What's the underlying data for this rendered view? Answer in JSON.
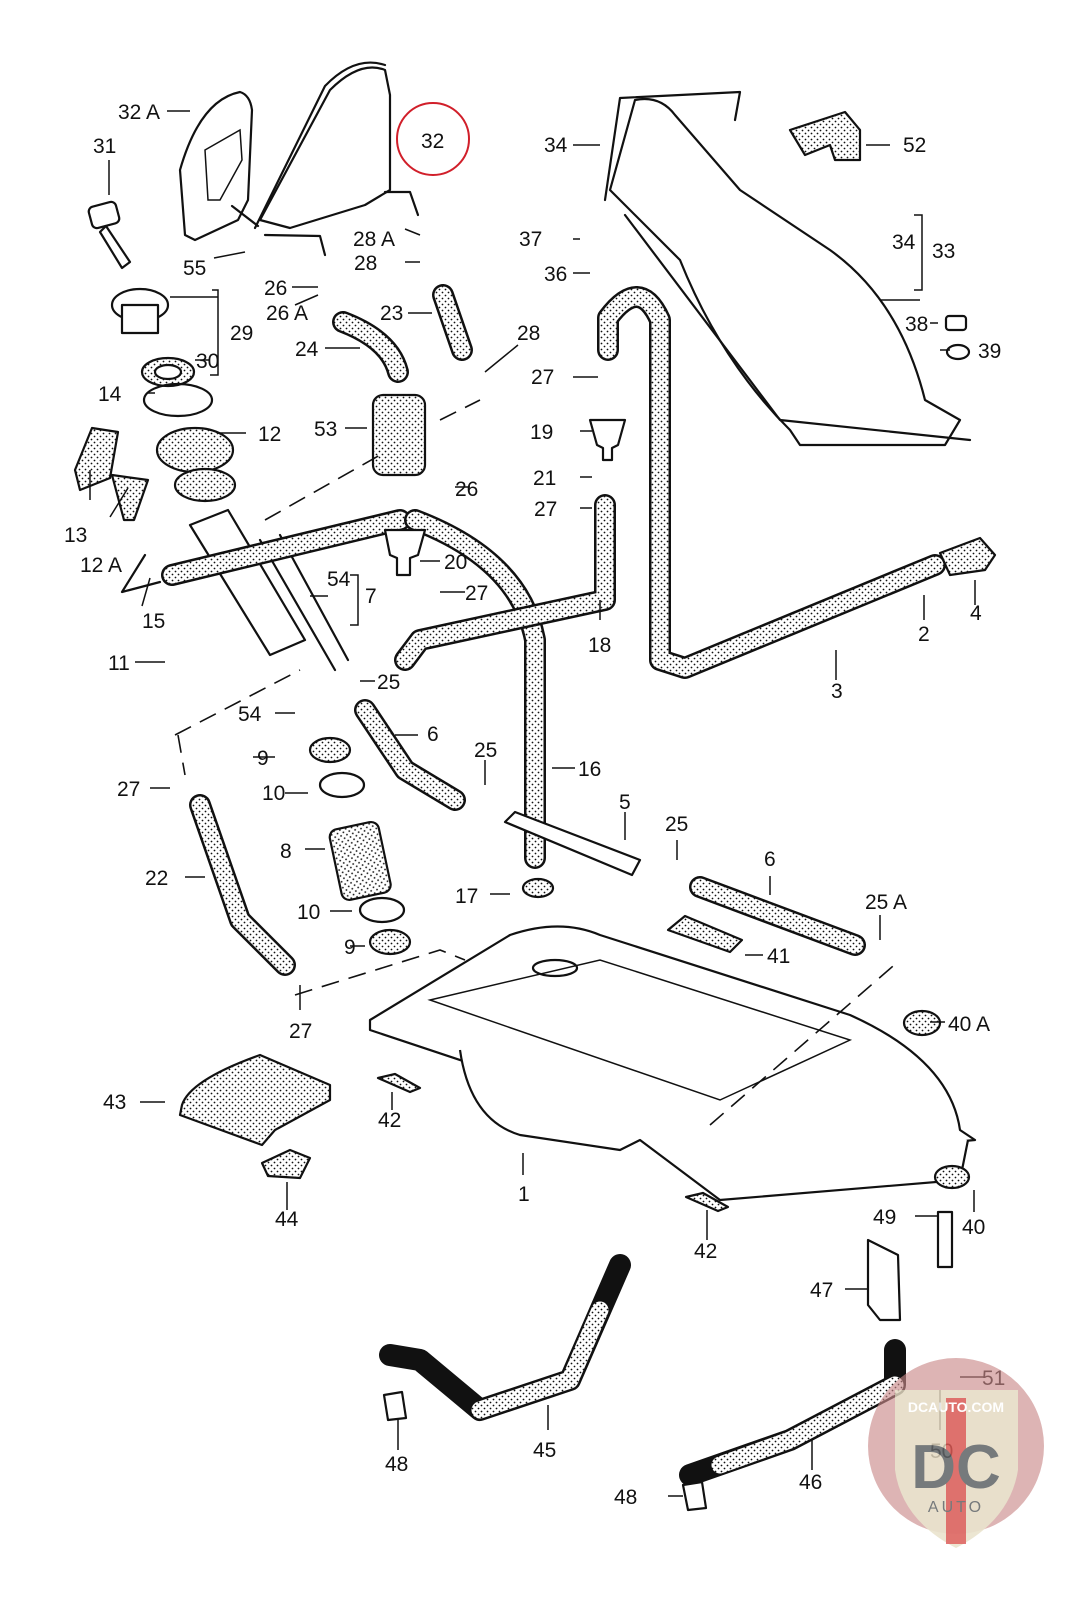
{
  "diagram": {
    "title": "Fuel tank and fuel line exploded parts diagram",
    "highlight": {
      "part": "32",
      "color": "#d11f2a"
    },
    "labels": [
      {
        "id": "32A",
        "text": "32 A"
      },
      {
        "id": "31",
        "text": "31"
      },
      {
        "id": "32",
        "text": "32"
      },
      {
        "id": "55",
        "text": "55"
      },
      {
        "id": "28A",
        "text": "28 A"
      },
      {
        "id": "28a",
        "text": "28"
      },
      {
        "id": "26a",
        "text": "26"
      },
      {
        "id": "26A",
        "text": "26 A"
      },
      {
        "id": "23",
        "text": "23"
      },
      {
        "id": "24",
        "text": "24"
      },
      {
        "id": "29",
        "text": "29"
      },
      {
        "id": "30",
        "text": "30"
      },
      {
        "id": "28b",
        "text": "28"
      },
      {
        "id": "14",
        "text": "14"
      },
      {
        "id": "12",
        "text": "12"
      },
      {
        "id": "53",
        "text": "53"
      },
      {
        "id": "13",
        "text": "13"
      },
      {
        "id": "12A",
        "text": "12 A"
      },
      {
        "id": "26b",
        "text": "26"
      },
      {
        "id": "20",
        "text": "20"
      },
      {
        "id": "54a",
        "text": "54"
      },
      {
        "id": "7",
        "text": "7"
      },
      {
        "id": "27a",
        "text": "27"
      },
      {
        "id": "15",
        "text": "15"
      },
      {
        "id": "11",
        "text": "11"
      },
      {
        "id": "25a",
        "text": "25"
      },
      {
        "id": "54b",
        "text": "54"
      },
      {
        "id": "6a",
        "text": "6"
      },
      {
        "id": "9a",
        "text": "9"
      },
      {
        "id": "25b",
        "text": "25"
      },
      {
        "id": "16",
        "text": "16"
      },
      {
        "id": "27b",
        "text": "27"
      },
      {
        "id": "10a",
        "text": "10"
      },
      {
        "id": "8",
        "text": "8"
      },
      {
        "id": "5",
        "text": "5"
      },
      {
        "id": "22",
        "text": "22"
      },
      {
        "id": "25c",
        "text": "25"
      },
      {
        "id": "6b",
        "text": "6"
      },
      {
        "id": "17",
        "text": "17"
      },
      {
        "id": "10b",
        "text": "10"
      },
      {
        "id": "25A",
        "text": "25 A"
      },
      {
        "id": "9b",
        "text": "9"
      },
      {
        "id": "41",
        "text": "41"
      },
      {
        "id": "27c",
        "text": "27"
      },
      {
        "id": "40A",
        "text": "40 A"
      },
      {
        "id": "43",
        "text": "43"
      },
      {
        "id": "42a",
        "text": "42"
      },
      {
        "id": "1",
        "text": "1"
      },
      {
        "id": "44",
        "text": "44"
      },
      {
        "id": "42b",
        "text": "42"
      },
      {
        "id": "49",
        "text": "49"
      },
      {
        "id": "40",
        "text": "40"
      },
      {
        "id": "47",
        "text": "47"
      },
      {
        "id": "51",
        "text": "51"
      },
      {
        "id": "50",
        "text": "50"
      },
      {
        "id": "45",
        "text": "45"
      },
      {
        "id": "48a",
        "text": "48"
      },
      {
        "id": "46",
        "text": "46"
      },
      {
        "id": "48b",
        "text": "48"
      },
      {
        "id": "34a",
        "text": "34"
      },
      {
        "id": "52",
        "text": "52"
      },
      {
        "id": "37",
        "text": "37"
      },
      {
        "id": "34b",
        "text": "34"
      },
      {
        "id": "33",
        "text": "33"
      },
      {
        "id": "36",
        "text": "36"
      },
      {
        "id": "38",
        "text": "38"
      },
      {
        "id": "39",
        "text": "39"
      },
      {
        "id": "27d",
        "text": "27"
      },
      {
        "id": "19",
        "text": "19"
      },
      {
        "id": "21",
        "text": "21"
      },
      {
        "id": "27e",
        "text": "27"
      },
      {
        "id": "18",
        "text": "18"
      },
      {
        "id": "2",
        "text": "2"
      },
      {
        "id": "4",
        "text": "4"
      },
      {
        "id": "3",
        "text": "3"
      }
    ]
  },
  "watermark": {
    "site": "DCAUTO.COM",
    "mark": "DC",
    "sub": "AUTO",
    "colors": {
      "badge": "#c98a8a",
      "shield": "#e6dfc4",
      "letters": "#5f6366",
      "stripe": "#d63a3a"
    }
  }
}
